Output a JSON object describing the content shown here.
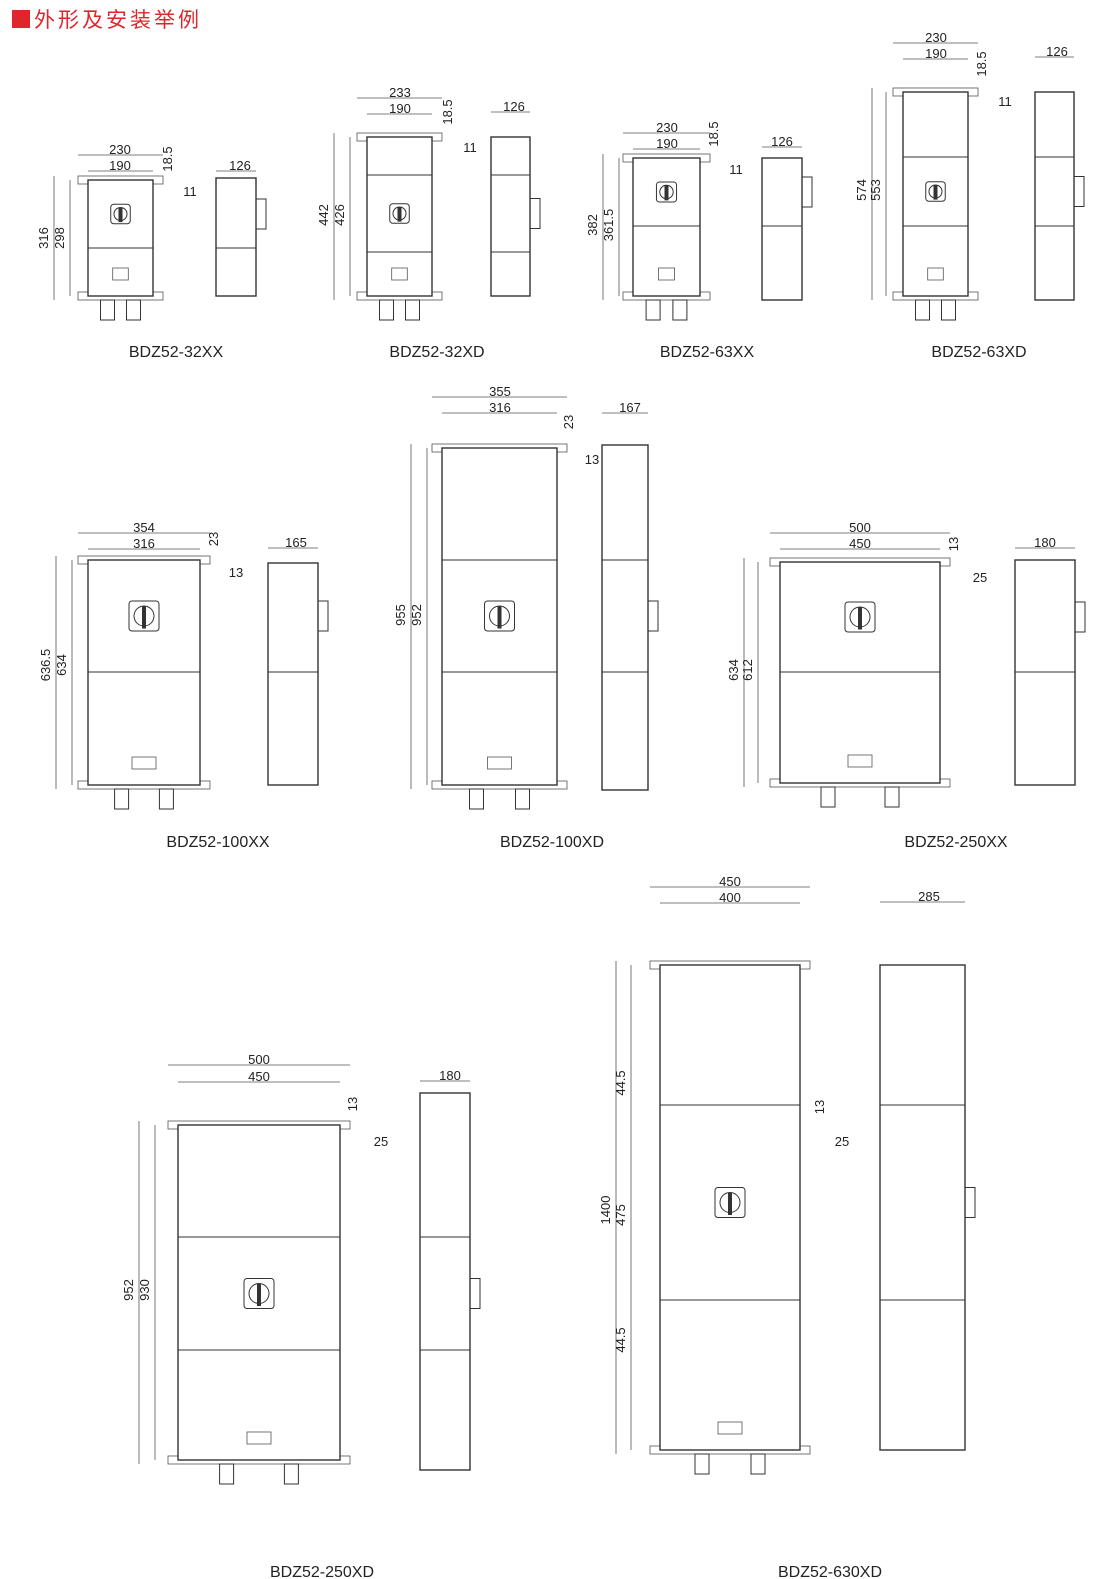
{
  "header": {
    "title": "外形及安装举例",
    "accent_color": "#e0262b"
  },
  "models": [
    {
      "name": "BDZ52-32XX",
      "widths": [
        "230",
        "190"
      ],
      "offsets": [
        "18.5",
        "11"
      ],
      "heights": [
        "316",
        "298"
      ],
      "depth": "126"
    },
    {
      "name": "BDZ52-32XD",
      "widths": [
        "233",
        "190"
      ],
      "offsets": [
        "18.5",
        "11"
      ],
      "heights": [
        "442",
        "426"
      ],
      "depth": "126"
    },
    {
      "name": "BDZ52-63XX",
      "widths": [
        "230",
        "190"
      ],
      "offsets": [
        "18.5",
        "11"
      ],
      "heights": [
        "382",
        "361.5"
      ],
      "depth": "126"
    },
    {
      "name": "BDZ52-63XD",
      "widths": [
        "230",
        "190"
      ],
      "offsets": [
        "18.5",
        "11"
      ],
      "heights": [
        "574",
        "553"
      ],
      "depth": "126"
    },
    {
      "name": "BDZ52-100XX",
      "widths": [
        "354",
        "316"
      ],
      "offsets": [
        "23",
        "13"
      ],
      "heights": [
        "636.5",
        "634"
      ],
      "depth": "165"
    },
    {
      "name": "BDZ52-100XD",
      "widths": [
        "355",
        "316"
      ],
      "offsets": [
        "23",
        "13"
      ],
      "heights": [
        "955",
        "952"
      ],
      "depth": "167"
    },
    {
      "name": "BDZ52-250XX",
      "widths": [
        "500",
        "450"
      ],
      "offsets": [
        "13",
        "25"
      ],
      "heights": [
        "634",
        "612"
      ],
      "depth": "180"
    },
    {
      "name": "BDZ52-250XD",
      "widths": [
        "500",
        "450"
      ],
      "offsets": [
        "13",
        "25"
      ],
      "heights": [
        "952",
        "930"
      ],
      "depth": "180"
    },
    {
      "name": "BDZ52-630XD",
      "widths": [
        "450",
        "400"
      ],
      "offsets": [
        "13",
        "25"
      ],
      "heights": [
        "1400",
        "44.5",
        "475",
        "44.5"
      ],
      "depth": "285"
    }
  ]
}
